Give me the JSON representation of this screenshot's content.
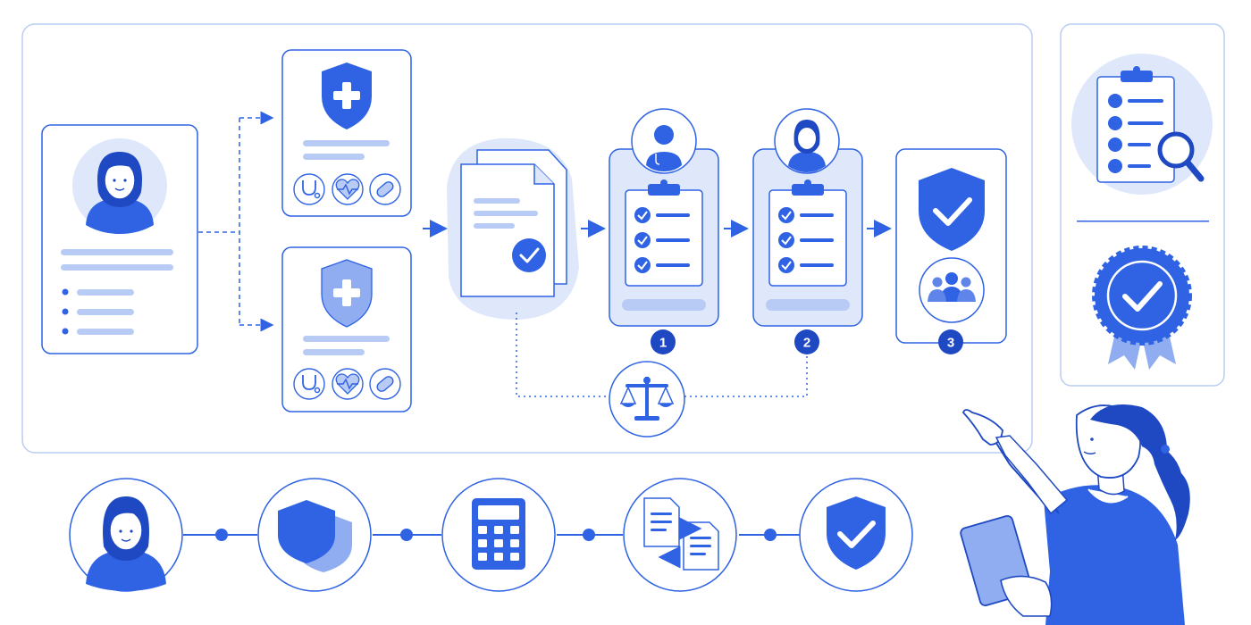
{
  "colors": {
    "primary": "#2f63e4",
    "primary_dark": "#1f49c2",
    "light_fill": "#dfe8fb",
    "soft_bar": "#b8cbf5",
    "panel_border": "#b9cdf3",
    "background": "#ffffff"
  },
  "primary_flow": {
    "patient_card": {
      "icon": "patient-avatar-icon"
    },
    "policy_cards": [
      {
        "icon": "shield-cross-icon",
        "benefits": [
          "stethoscope-icon",
          "heart-pulse-icon",
          "pill-icon"
        ]
      },
      {
        "icon": "shield-cross-icon",
        "benefits": [
          "stethoscope-icon",
          "heart-pulse-icon",
          "pill-icon"
        ]
      }
    ],
    "documents": {
      "icon": "documents-check-icon"
    },
    "review_stages": [
      {
        "number": "1",
        "reviewer_icon": "doctor-avatar-icon",
        "icon": "clipboard-checklist-icon"
      },
      {
        "number": "2",
        "reviewer_icon": "woman-avatar-icon",
        "icon": "clipboard-checklist-icon"
      },
      {
        "number": "3",
        "icon": "shield-check-icon",
        "secondary_icon": "group-icon"
      }
    ],
    "arbitration": {
      "icon": "scales-icon"
    }
  },
  "summary_panel": {
    "top_icon": "clipboard-search-icon",
    "bottom_icon": "approval-badge-icon"
  },
  "bottom_timeline": [
    {
      "icon": "patient-avatar-icon"
    },
    {
      "icon": "double-shield-icon"
    },
    {
      "icon": "calculator-icon"
    },
    {
      "icon": "document-exchange-icon"
    },
    {
      "icon": "shield-check-icon"
    }
  ],
  "presenter": {
    "icon": "presenter-with-tablet-icon"
  }
}
